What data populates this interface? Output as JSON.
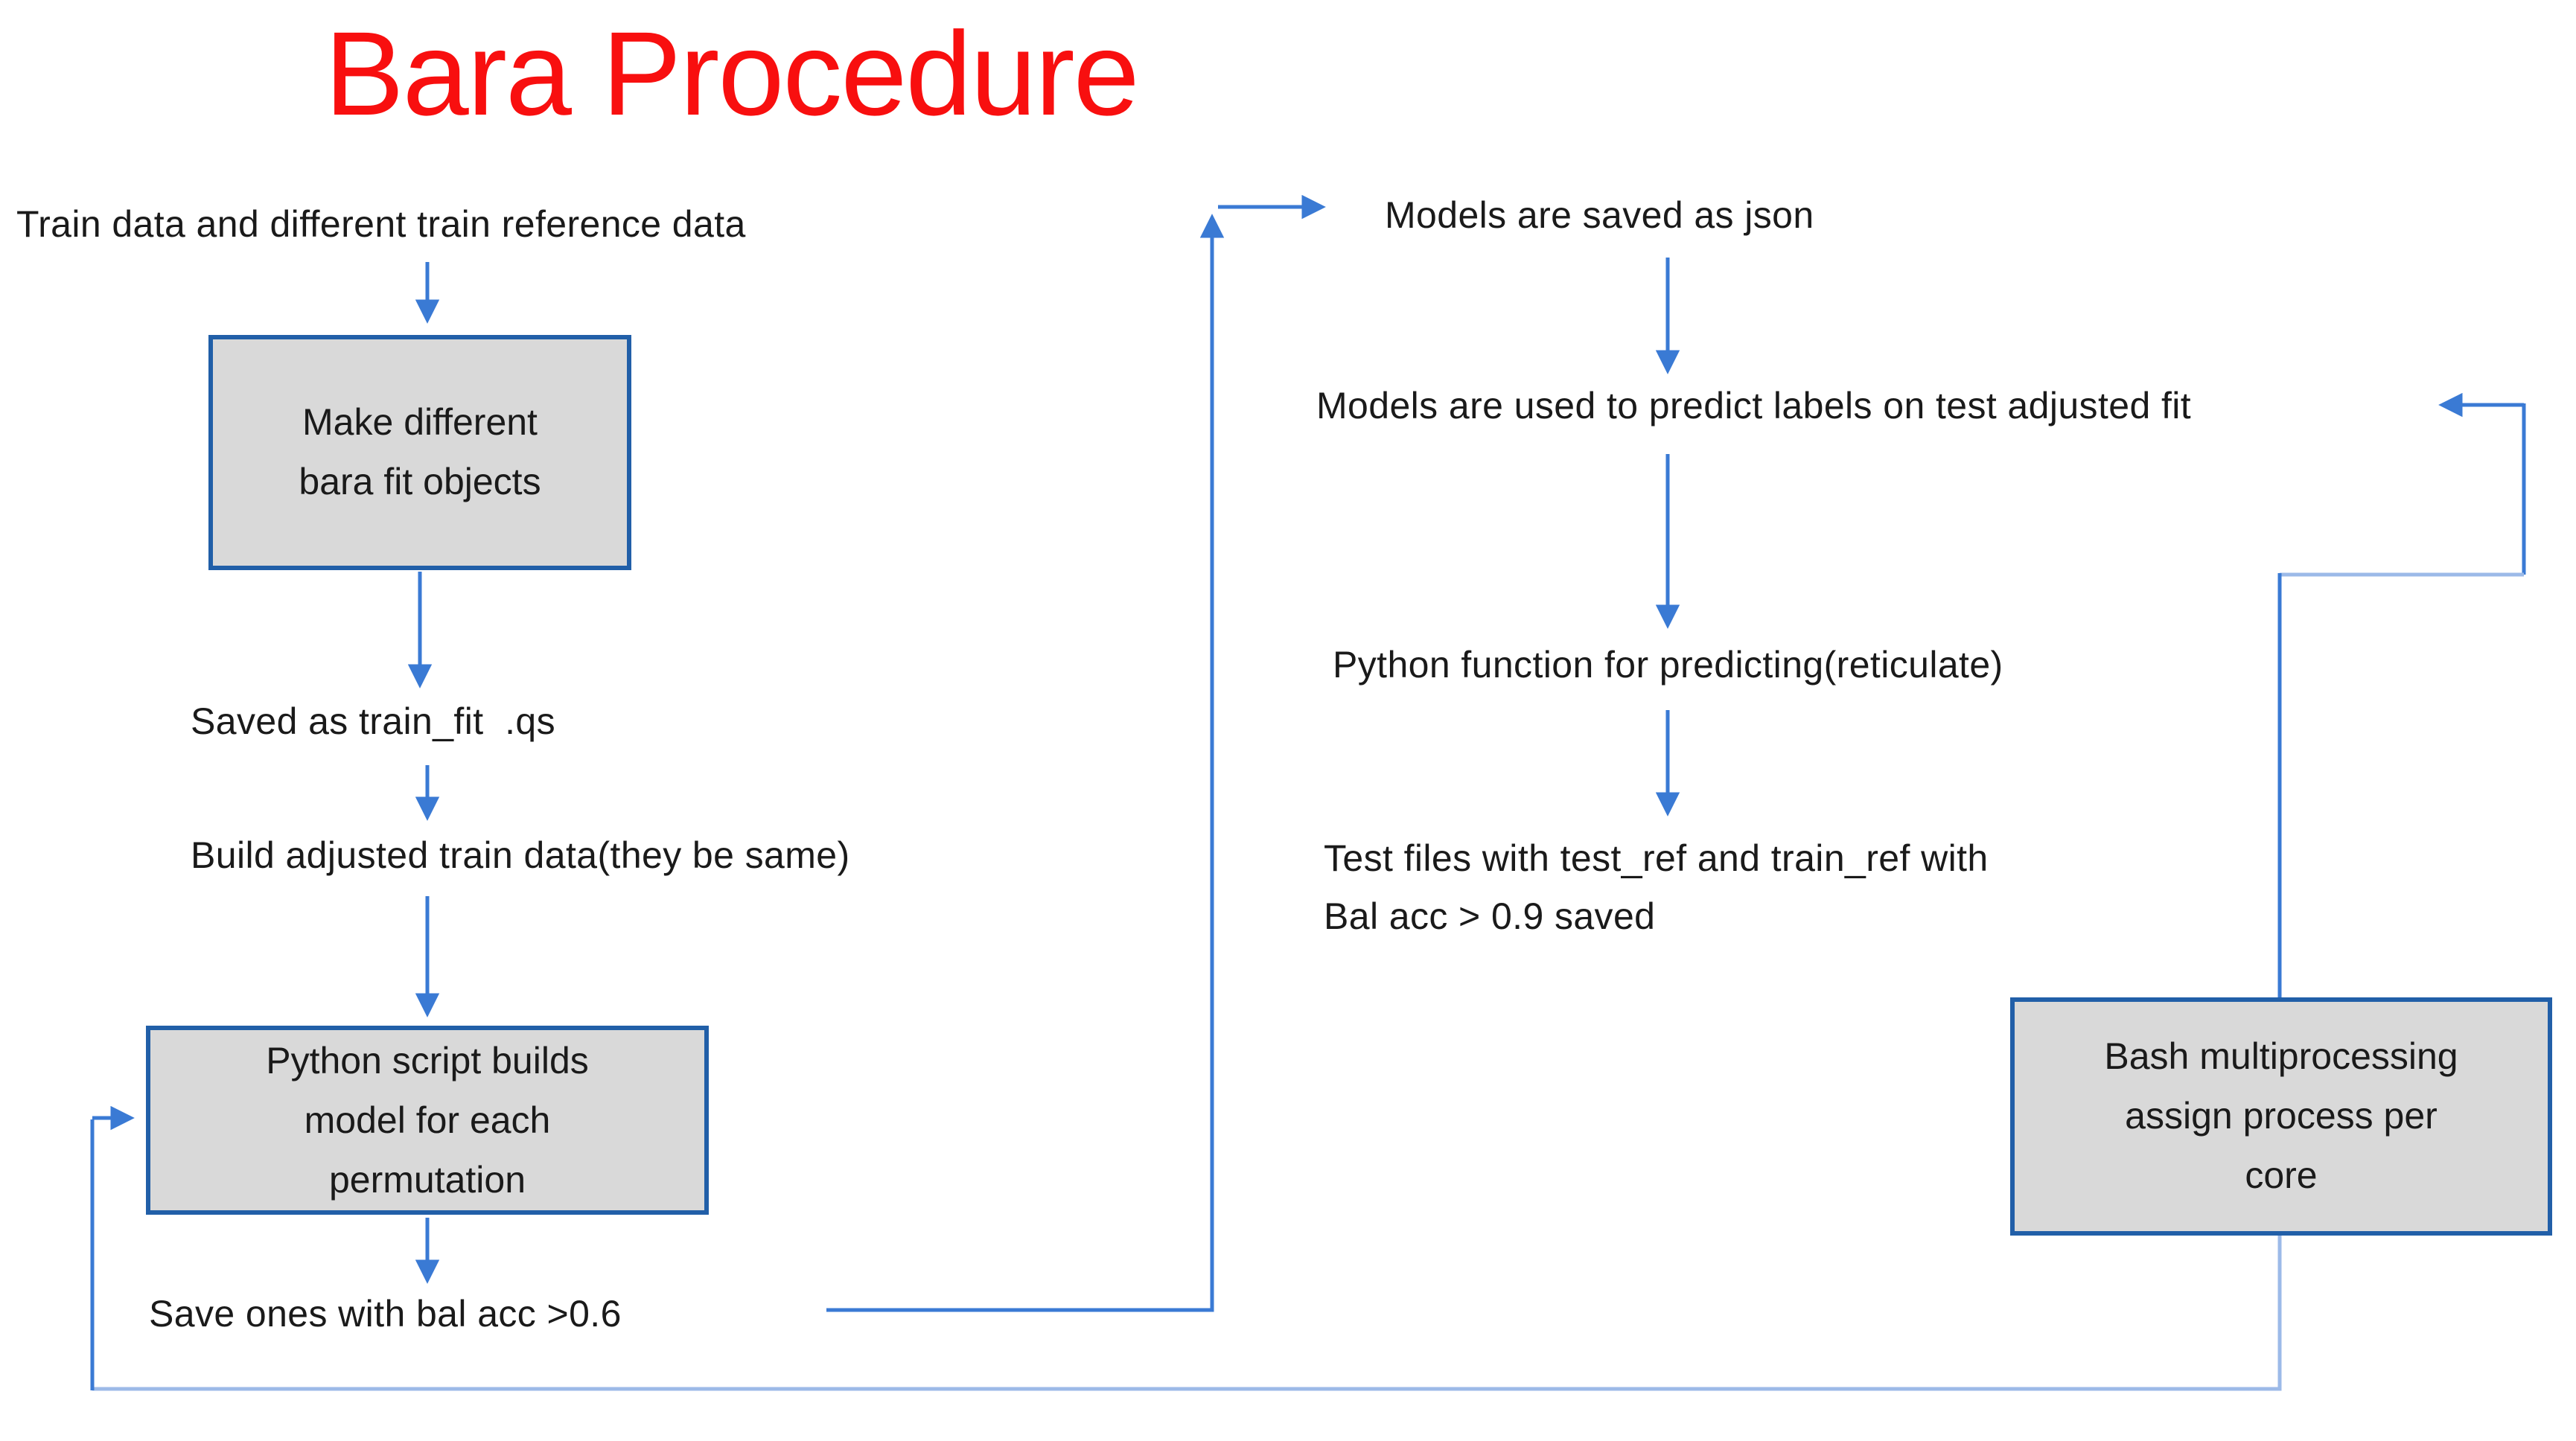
{
  "title": {
    "text": "Bara Procedure"
  },
  "labels": {
    "train_data": "Train data and different train reference data",
    "saved_as": "Saved as train_fit  .qs",
    "build_adjusted": "Build adjusted train data(they be same)",
    "save_ones": "Save ones with bal acc >0.6",
    "models_saved": "Models are saved as json",
    "models_used": "Models are used to predict labels on test adjusted fit",
    "python_function": "Python function for predicting(reticulate)",
    "test_files_line1": "Test files with test_ref and train_ref with",
    "test_files_line2": "Bal acc > 0.9 saved"
  },
  "boxes": {
    "make_fit": {
      "lines": [
        "Make different",
        "bara fit objects"
      ]
    },
    "python_script": {
      "lines": [
        "Python script builds",
        "model for each",
        "permutation"
      ]
    },
    "bash_multi": {
      "lines": [
        "Bash multiprocessing",
        "assign process per",
        "core"
      ]
    }
  },
  "colors": {
    "title": "#F80F0F",
    "text": "#1A1A1A",
    "box_fill": "#D9D9D9",
    "box_border": "#215FA8",
    "connector": "#3A7AD4",
    "connector_light": "#9CBAE8",
    "background": "#FFFFFF"
  }
}
